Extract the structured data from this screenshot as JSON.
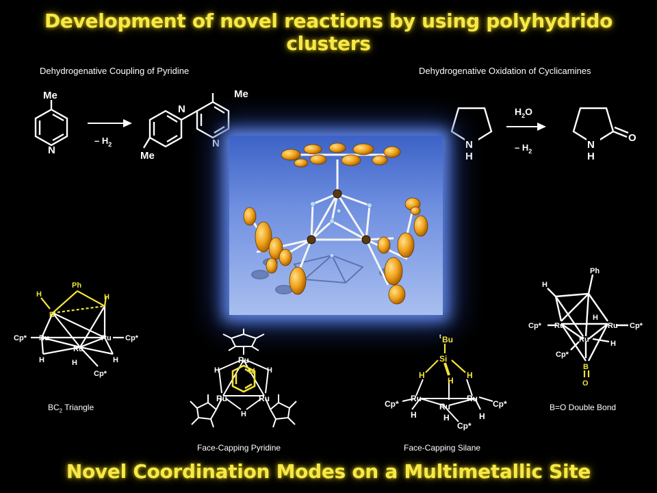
{
  "title": "Development of novel reactions by using polyhydrido clusters",
  "footer_title": "Novel Coordination Modes on a Multimetallic Site",
  "sections": {
    "pyridine": {
      "label": "Dehydrogenative Coupling of Pyridine",
      "reagent": "–  H",
      "reagent_sub": "2",
      "me": "Me",
      "n": "N"
    },
    "cyclicamine": {
      "label": "Dehydrogenative Oxidation of Cyclicamines",
      "above_arrow": "H",
      "above_sub": "2",
      "above_tail": "O",
      "below_arrow": "–  H",
      "below_sub": "2",
      "n": "N",
      "h": "H",
      "o": "O"
    }
  },
  "structures": {
    "bc2": {
      "caption_main": "BC",
      "caption_sub": "2",
      "caption_tail": " Triangle",
      "ph": "Ph",
      "h": "H",
      "b": "B",
      "ru": "Ru",
      "cp": "Cp*"
    },
    "pyridine_cap": {
      "caption": "Face-Capping Pyridine",
      "ru": "Ru",
      "h": "H",
      "n": "N"
    },
    "silane_cap": {
      "caption": "Face-Capping Silane",
      "tbu_sup": "t",
      "tbu": "Bu",
      "si": "Si",
      "h": "H",
      "ru": "Ru",
      "cp": "Cp*"
    },
    "bo_double": {
      "caption": "B=O Double Bond",
      "ph": "Ph",
      "h": "H",
      "ru": "Ru",
      "cp": "Cp*",
      "b": "B",
      "o": "O"
    }
  },
  "colors": {
    "title": "#f6e84a",
    "highlight": "#f3e33a",
    "crystal_bg": "#6f8fe0",
    "atom": "#f0a21a"
  }
}
